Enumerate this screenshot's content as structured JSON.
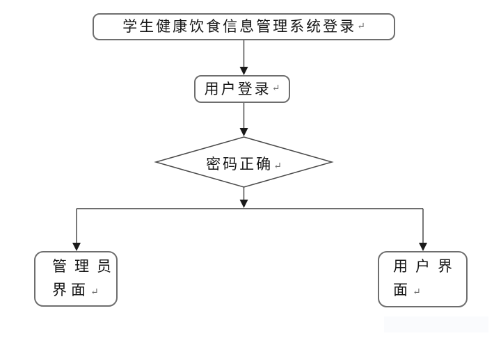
{
  "page": {
    "background": "#ffffff"
  },
  "colors": {
    "connector_line": "#3f3f3f",
    "arrowhead_fill": "#1a1a1a",
    "box_border": "#6e6e6e",
    "diamond_border": "#4a4a4a",
    "text": "#161616",
    "return_mark": "#6b6b6b",
    "artifact_background": "#fafbfd"
  },
  "return_mark": "↵",
  "flowchart": {
    "start": {
      "label": "学生健康饮食信息管理系统登录"
    },
    "user_login": {
      "label": "用户登录"
    },
    "decision": {
      "label": "密码正确"
    },
    "admin_interface": {
      "lines": [
        "管理员",
        "界面"
      ]
    },
    "user_interface": {
      "lines": [
        "用户界",
        "面"
      ]
    }
  }
}
